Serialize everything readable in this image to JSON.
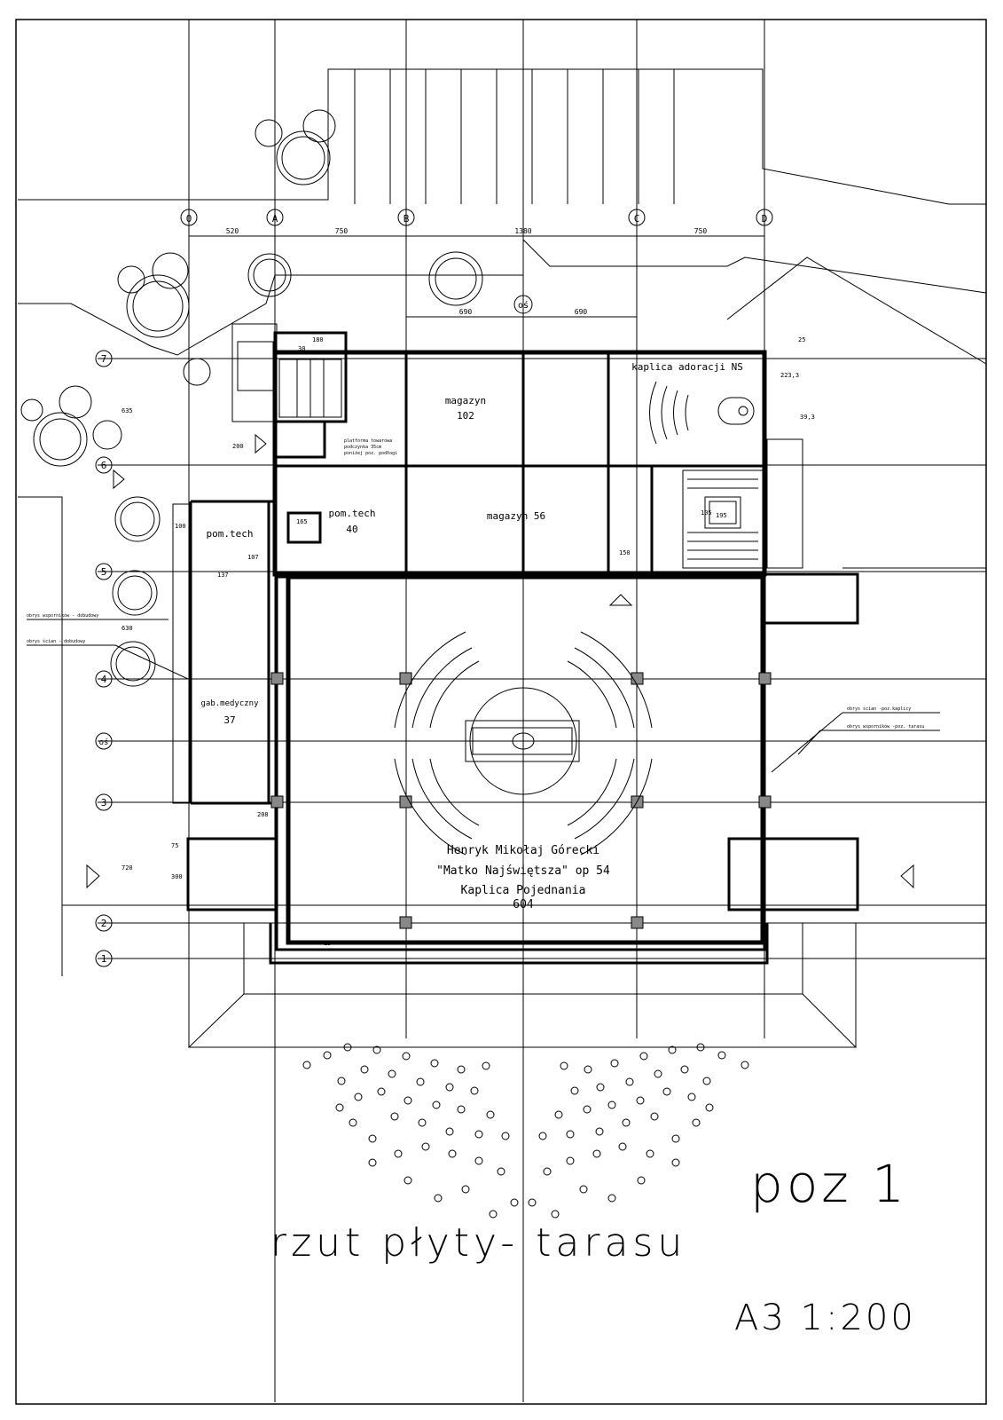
{
  "sheet": {
    "title": "rzut płyty- tarasu",
    "position": "poz 1",
    "scale": "A3 1:200"
  },
  "chapel": {
    "line1": "Henryk Mikołaj Górecki",
    "line2": "\"Matko Najświętsza\" op 54",
    "line3": "Kaplica Pojednania",
    "number": "604"
  },
  "rooms": [
    {
      "name": "magazyn",
      "number": "102"
    },
    {
      "name": "kaplica adoracji NS",
      "number": ""
    },
    {
      "name": "pom.tech",
      "number": "40"
    },
    {
      "name": "magazyn 56",
      "number": ""
    },
    {
      "name": "pom.tech",
      "number": ""
    },
    {
      "name": "gab.medyczny",
      "number": "37"
    }
  ],
  "grid_columns": [
    "0",
    "A",
    "B",
    "C",
    "D"
  ],
  "grid_rows": [
    "7",
    "6",
    "5",
    "4",
    "oś",
    "3",
    "2",
    "1"
  ],
  "axis_os_label": "oś",
  "top_dimensions": [
    "520",
    "750",
    "1380",
    "750"
  ],
  "half_dimensions": [
    "690",
    "690"
  ],
  "notes": {
    "platform": "platforma towarowa",
    "platform_sub": "podczynka 35cm",
    "platform_sub2": "poniżej poz. podłogi",
    "outline_supports_add": "obrys wsporników - dobudowy",
    "outline_walls_add": "obrys ścian - dobudowy",
    "outline_walls_chapel": "obrys ścian -poz.kaplicy",
    "outline_supports_terrace": "obrys wsporników -poz. tarasu"
  },
  "dims": [
    "30",
    "180",
    "200",
    "150",
    "165",
    "107",
    "137",
    "100",
    "208",
    "75",
    "300",
    "720",
    "630",
    "635",
    "195",
    "105",
    "223,3",
    "39,3",
    "25",
    "15"
  ]
}
